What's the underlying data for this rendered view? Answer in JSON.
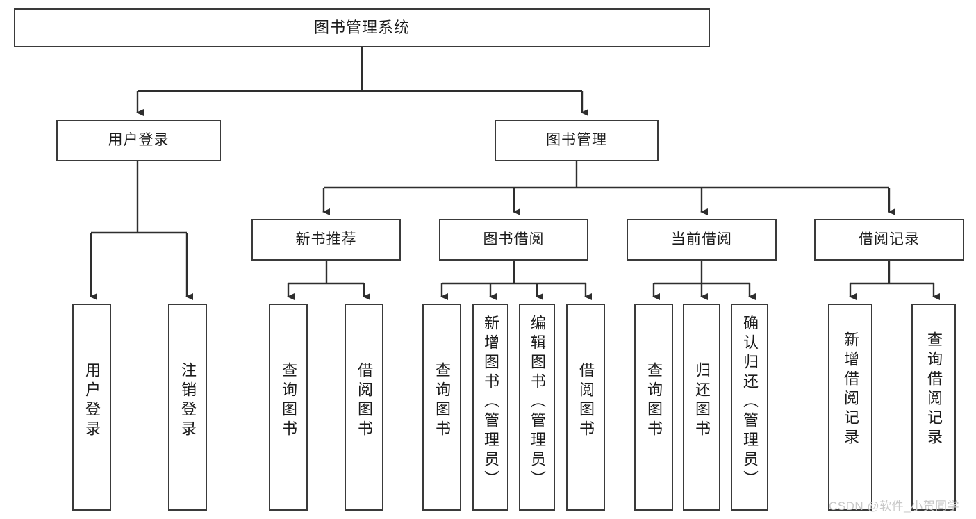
{
  "diagram": {
    "title": "图书管理系统",
    "background": "#ffffff",
    "stroke_color": "#3a3a3a",
    "text_color": "#1b1b1b",
    "watermark": "CSDN @软件_小贺同学",
    "watermark_color": "#c9c9c9",
    "root": {
      "label": "图书管理系统"
    },
    "level2": [
      {
        "label": "用户登录"
      },
      {
        "label": "图书管理"
      }
    ],
    "level3": [
      {
        "label": "新书推荐"
      },
      {
        "label": "图书借阅"
      },
      {
        "label": "当前借阅"
      },
      {
        "label": "借阅记录"
      }
    ],
    "leaves": {
      "user_login": [
        {
          "label": "用户登录"
        },
        {
          "label": "注销登录"
        }
      ],
      "new_book": [
        {
          "label": "查询图书"
        },
        {
          "label": "借阅图书"
        }
      ],
      "borrow_book": [
        {
          "label": "查询图书"
        },
        {
          "label": "新增图书（管理员）"
        },
        {
          "label": "编辑图书（管理员）"
        },
        {
          "label": "借阅图书"
        }
      ],
      "current_borrow": [
        {
          "label": "查询图书"
        },
        {
          "label": "归还图书"
        },
        {
          "label": "确认归还（管理员）"
        }
      ],
      "borrow_record": [
        {
          "label": "新增借阅记录"
        },
        {
          "label": "查询借阅记录"
        }
      ]
    }
  }
}
